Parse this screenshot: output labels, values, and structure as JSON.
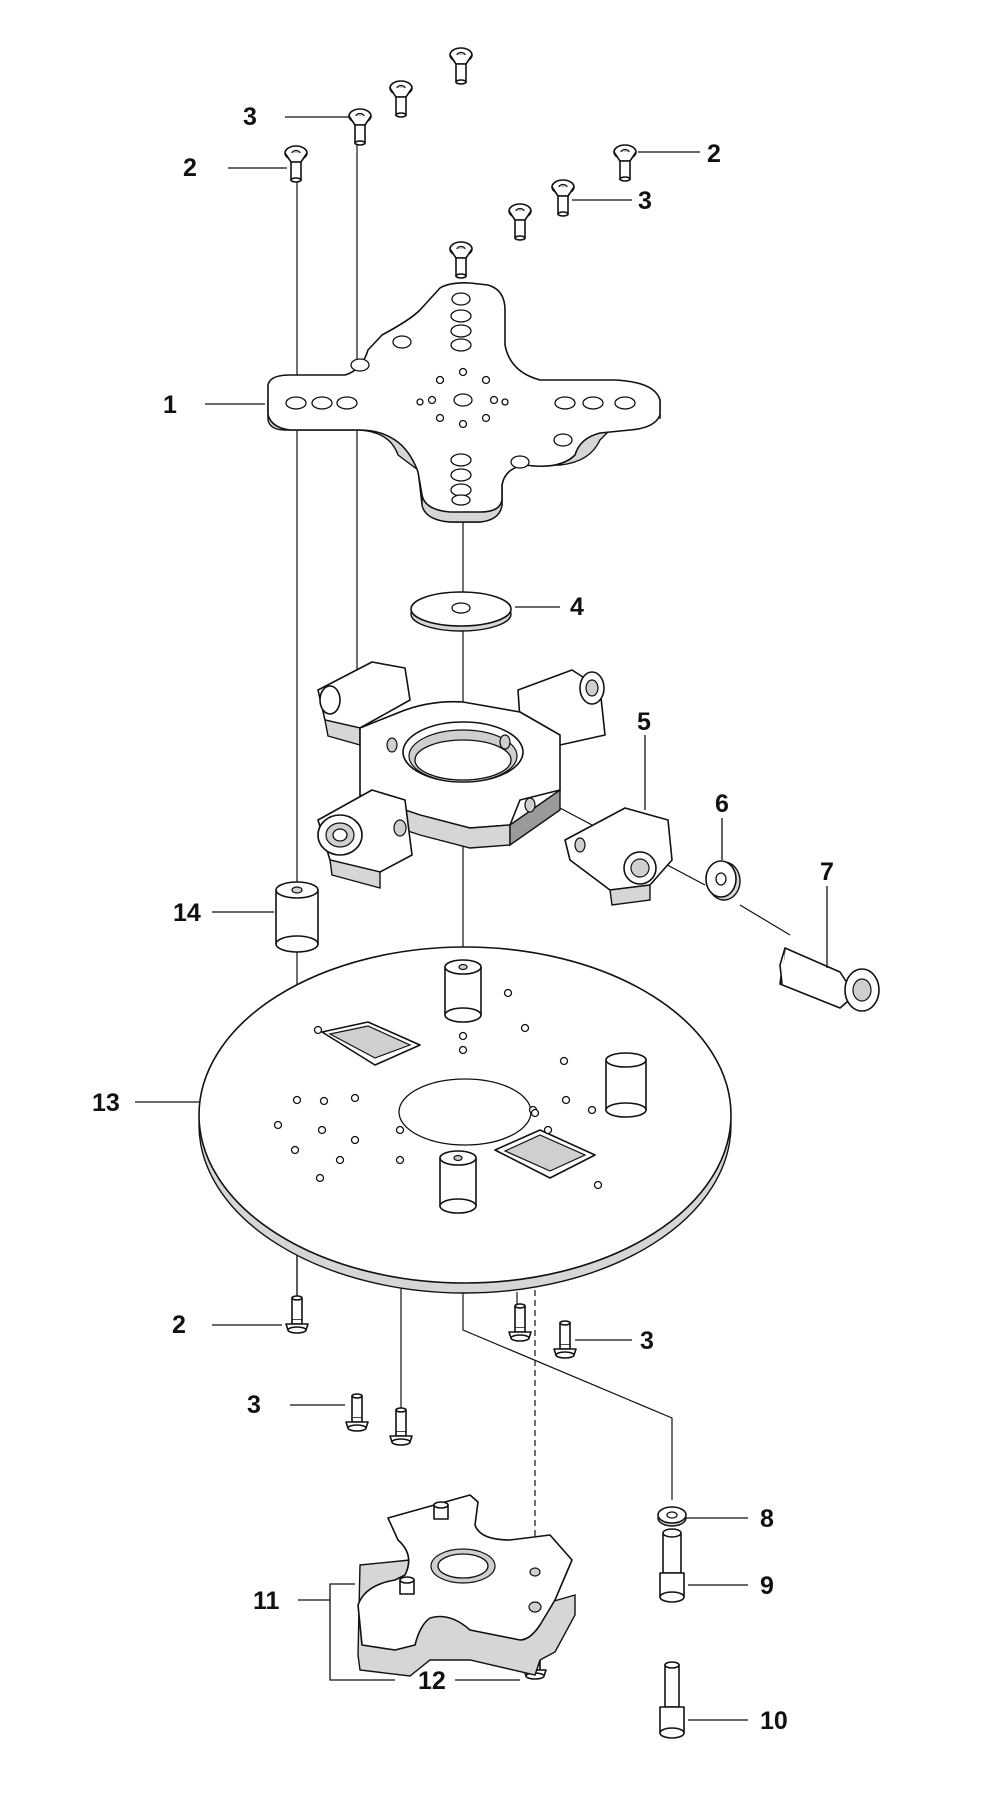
{
  "callouts": [
    {
      "id": "c1",
      "text": "1"
    },
    {
      "id": "c2a",
      "text": "2"
    },
    {
      "id": "c2b",
      "text": "2"
    },
    {
      "id": "c2c",
      "text": "2"
    },
    {
      "id": "c3a",
      "text": "3"
    },
    {
      "id": "c3b",
      "text": "3"
    },
    {
      "id": "c3c",
      "text": "3"
    },
    {
      "id": "c3d",
      "text": "3"
    },
    {
      "id": "c4",
      "text": "4"
    },
    {
      "id": "c5",
      "text": "5"
    },
    {
      "id": "c6",
      "text": "6"
    },
    {
      "id": "c7",
      "text": "7"
    },
    {
      "id": "c8",
      "text": "8"
    },
    {
      "id": "c9",
      "text": "9"
    },
    {
      "id": "c10",
      "text": "10"
    },
    {
      "id": "c11",
      "text": "11"
    },
    {
      "id": "c12",
      "text": "12"
    },
    {
      "id": "c13",
      "text": "13"
    },
    {
      "id": "c14",
      "text": "14"
    }
  ],
  "colors": {
    "line": "#111111",
    "background": "#ffffff",
    "shade": "#d6d6d6"
  }
}
